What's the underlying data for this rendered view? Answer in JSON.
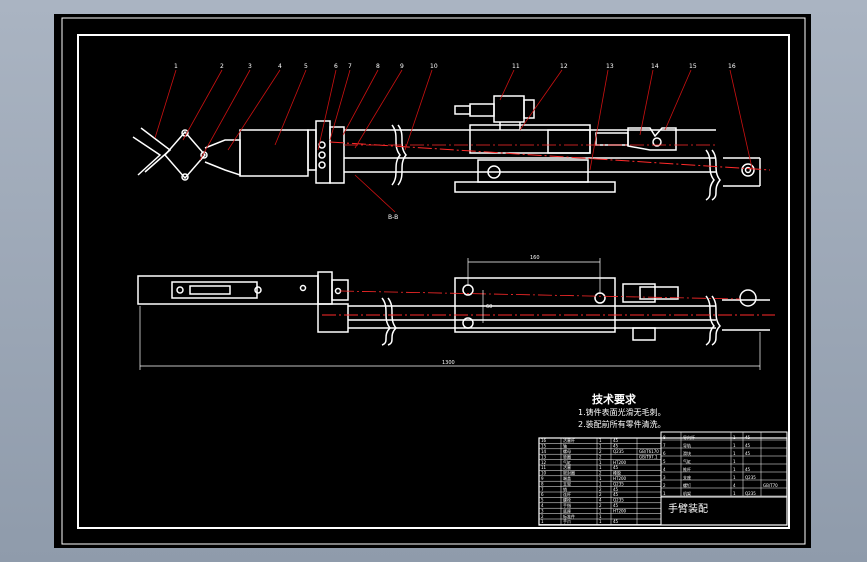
{
  "colors": {
    "background_outer": "#9aa5b4",
    "sheet": "#000000",
    "line": "#ffffff",
    "centerline": "#ff2a2a",
    "leader": "#cc1111"
  },
  "callouts": [
    "1",
    "2",
    "3",
    "4",
    "5",
    "6",
    "7",
    "8",
    "9",
    "10",
    "11",
    "12",
    "13",
    "14",
    "15",
    "16"
  ],
  "section_label": "B-B",
  "dimensions": {
    "cylinder_span": "160",
    "overall_length": "1300",
    "cylinder_height": "60"
  },
  "tech_requirements": {
    "title": "技术要求",
    "items": [
      "1.铸件表面光滑无毛刺。",
      "2.装配前所有零件清洗。"
    ]
  },
  "title_block": {
    "name": "手臂装配",
    "left_rows": [
      [
        "16",
        "活塞杆",
        "1",
        "45",
        ""
      ],
      [
        "15",
        "轴",
        "1",
        "45",
        ""
      ],
      [
        "14",
        "螺母",
        "2",
        "Q235",
        "GB/T6170"
      ],
      [
        "13",
        "垫圈",
        "2",
        "",
        "GB/T97.1"
      ],
      [
        "12",
        "气缸",
        "1",
        "HT200",
        ""
      ],
      [
        "11",
        "活塞",
        "1",
        "45",
        ""
      ],
      [
        "10",
        "密封圈",
        "2",
        "橡胶",
        ""
      ],
      [
        "9",
        "端盖",
        "1",
        "HT200",
        ""
      ],
      [
        "8",
        "支架",
        "1",
        "Q235",
        ""
      ],
      [
        "7",
        "销",
        "2",
        "45",
        ""
      ],
      [
        "6",
        "连杆",
        "2",
        "45",
        ""
      ],
      [
        "5",
        "螺栓",
        "4",
        "Q235",
        ""
      ],
      [
        "4",
        "手指",
        "2",
        "45",
        ""
      ],
      [
        "3",
        "底座",
        "1",
        "HT200",
        ""
      ],
      [
        "2",
        "标准件",
        "1",
        "",
        ""
      ],
      [
        "1",
        "手爪",
        "1",
        "45",
        ""
      ]
    ],
    "right_rows": [
      [
        "8",
        "导向杆",
        "1",
        "45",
        ""
      ],
      [
        "7",
        "导轨",
        "1",
        "45",
        ""
      ],
      [
        "6",
        "滑块",
        "1",
        "45",
        ""
      ],
      [
        "5",
        "气缸",
        "1",
        "",
        ""
      ],
      [
        "4",
        "推杆",
        "1",
        "45",
        ""
      ],
      [
        "3",
        "支座",
        "1",
        "Q235",
        ""
      ],
      [
        "2",
        "螺钉",
        "4",
        "",
        "GB/T70"
      ],
      [
        "1",
        "机架",
        "1",
        "Q235",
        ""
      ]
    ]
  }
}
